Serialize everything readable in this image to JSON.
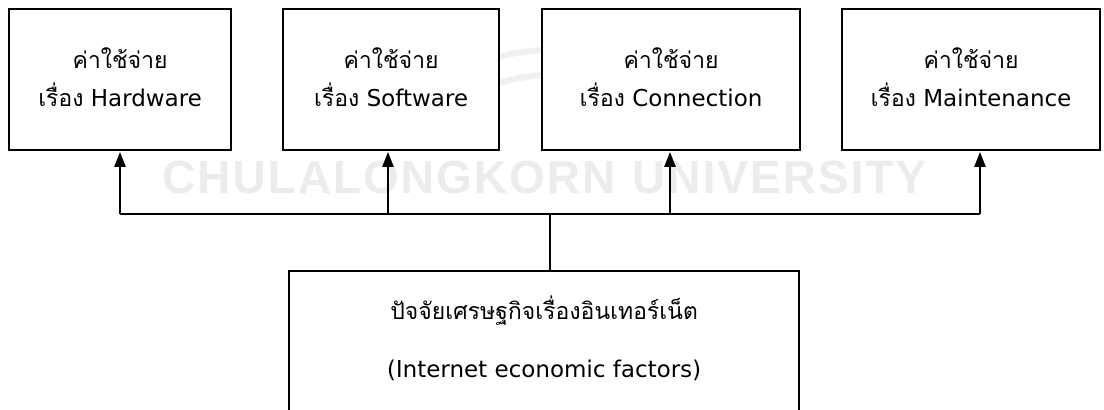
{
  "top_nodes": [
    {
      "line1": "ค่าใช้จ่าย",
      "line2": "เรื่อง Hardware"
    },
    {
      "line1": "ค่าใช้จ่าย",
      "line2": "เรื่อง Software"
    },
    {
      "line1": "ค่าใช้จ่าย",
      "line2": "เรื่อง Connection"
    },
    {
      "line1": "ค่าใช้จ่าย",
      "line2": "เรื่อง Maintenance"
    }
  ],
  "root_node": {
    "title_th": "ปัจจัยเศรษฐกิจเรื่องอินเทอร์เน็ต",
    "title_en": "(Internet economic factors)"
  },
  "watermark": {
    "text": "CHULALONGKORN UNIVERSITY"
  },
  "colors": {
    "line": "#000000",
    "watermark": "#eeeeee"
  }
}
